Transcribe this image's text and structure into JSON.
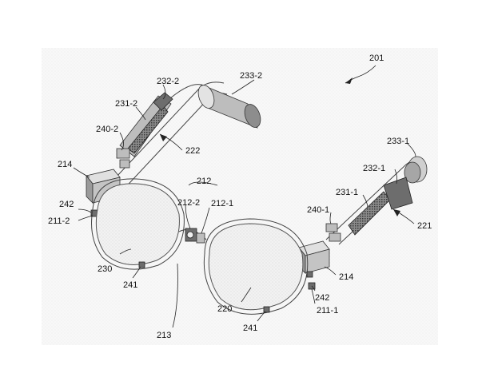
{
  "figure": {
    "reference": "201",
    "labels": {
      "l233_2": "233-2",
      "l232_2": "232-2",
      "l231_2": "231-2",
      "l240_2": "240-2",
      "l222": "222",
      "l214_left": "214",
      "l212": "212",
      "l212_2": "212-2",
      "l212_1": "212-1",
      "l242_left": "242",
      "l211_2": "211-2",
      "l230": "230",
      "l241_left": "241",
      "l213": "213",
      "l220": "220",
      "l241_right": "241",
      "l233_1": "233-1",
      "l232_1": "232-1",
      "l231_1": "231-1",
      "l240_1": "240-1",
      "l221": "221",
      "l214_right": "214",
      "l242_right": "242",
      "l211_1": "211-1"
    }
  }
}
